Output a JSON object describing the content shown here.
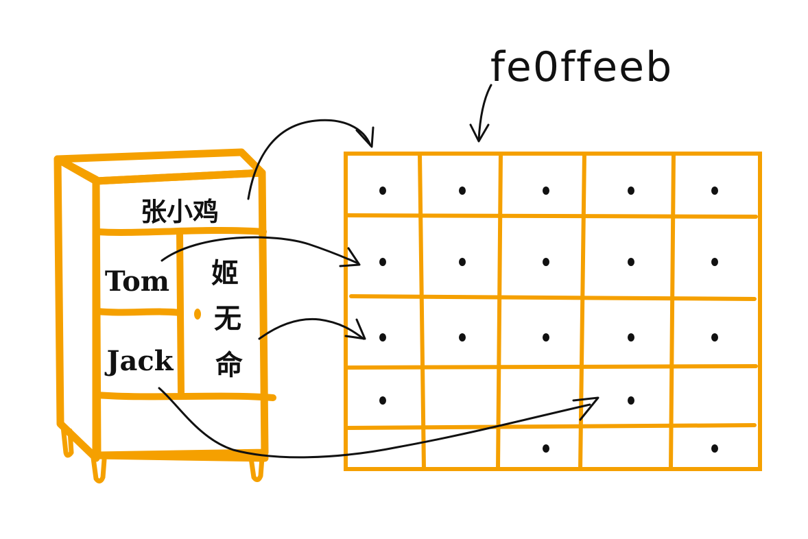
{
  "colors": {
    "furniture": "#f5a000",
    "ink": "#111111",
    "background": "#ffffff"
  },
  "annotation": {
    "address_label": "fe0ffeeb"
  },
  "cabinet": {
    "top_drawer": "张小鸡",
    "left_upper_drawer": "Tom",
    "left_lower_drawer": "Jack",
    "right_door": [
      "姬",
      "无",
      "命"
    ]
  },
  "memory_grid": {
    "rows": 5,
    "cols": 5,
    "dots": [
      [
        true,
        true,
        true,
        true,
        true
      ],
      [
        true,
        true,
        true,
        true,
        true
      ],
      [
        true,
        true,
        true,
        true,
        true
      ],
      [
        true,
        false,
        false,
        true,
        false
      ],
      [
        false,
        false,
        true,
        false,
        true
      ]
    ]
  },
  "arrows": [
    {
      "from": "top_drawer",
      "to_cell": [
        0,
        0
      ]
    },
    {
      "from": "left_upper_drawer",
      "to_cell": [
        1,
        0
      ]
    },
    {
      "from": "right_door",
      "to_cell": [
        2,
        0
      ]
    },
    {
      "from": "left_lower_drawer",
      "to_cell": [
        3,
        3
      ]
    },
    {
      "from": "address_label",
      "to_cell": [
        0,
        1
      ]
    }
  ]
}
